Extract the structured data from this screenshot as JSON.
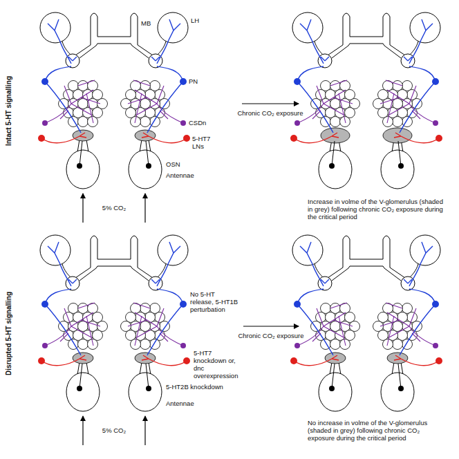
{
  "diagram": {
    "labels": [
      "Intact 5-HT signalling",
      "LH",
      "MB",
      "PN",
      "CSDn",
      "5-HT7 LNs",
      "OSN",
      "Antennae",
      "5% CO₂",
      "Chronic CO₂ exposure",
      "Increase in volme of the V-glomerulus (shaded in grey) following chronic CO₂ exposure during the critical period",
      "Disrupted 5-HT signalling",
      "No 5-HT release, 5-HT1B perturbation",
      "5-HT7 knockdown or, dnc overexpression",
      "5-HT2B knockdown",
      "Antennae",
      "5% CO₂",
      "Chronic CO₂ exposure",
      "No increase in volme of the V-glomerulus (shaded in grey) following chronic CO₂ exposure during the critical period"
    ]
  }
}
